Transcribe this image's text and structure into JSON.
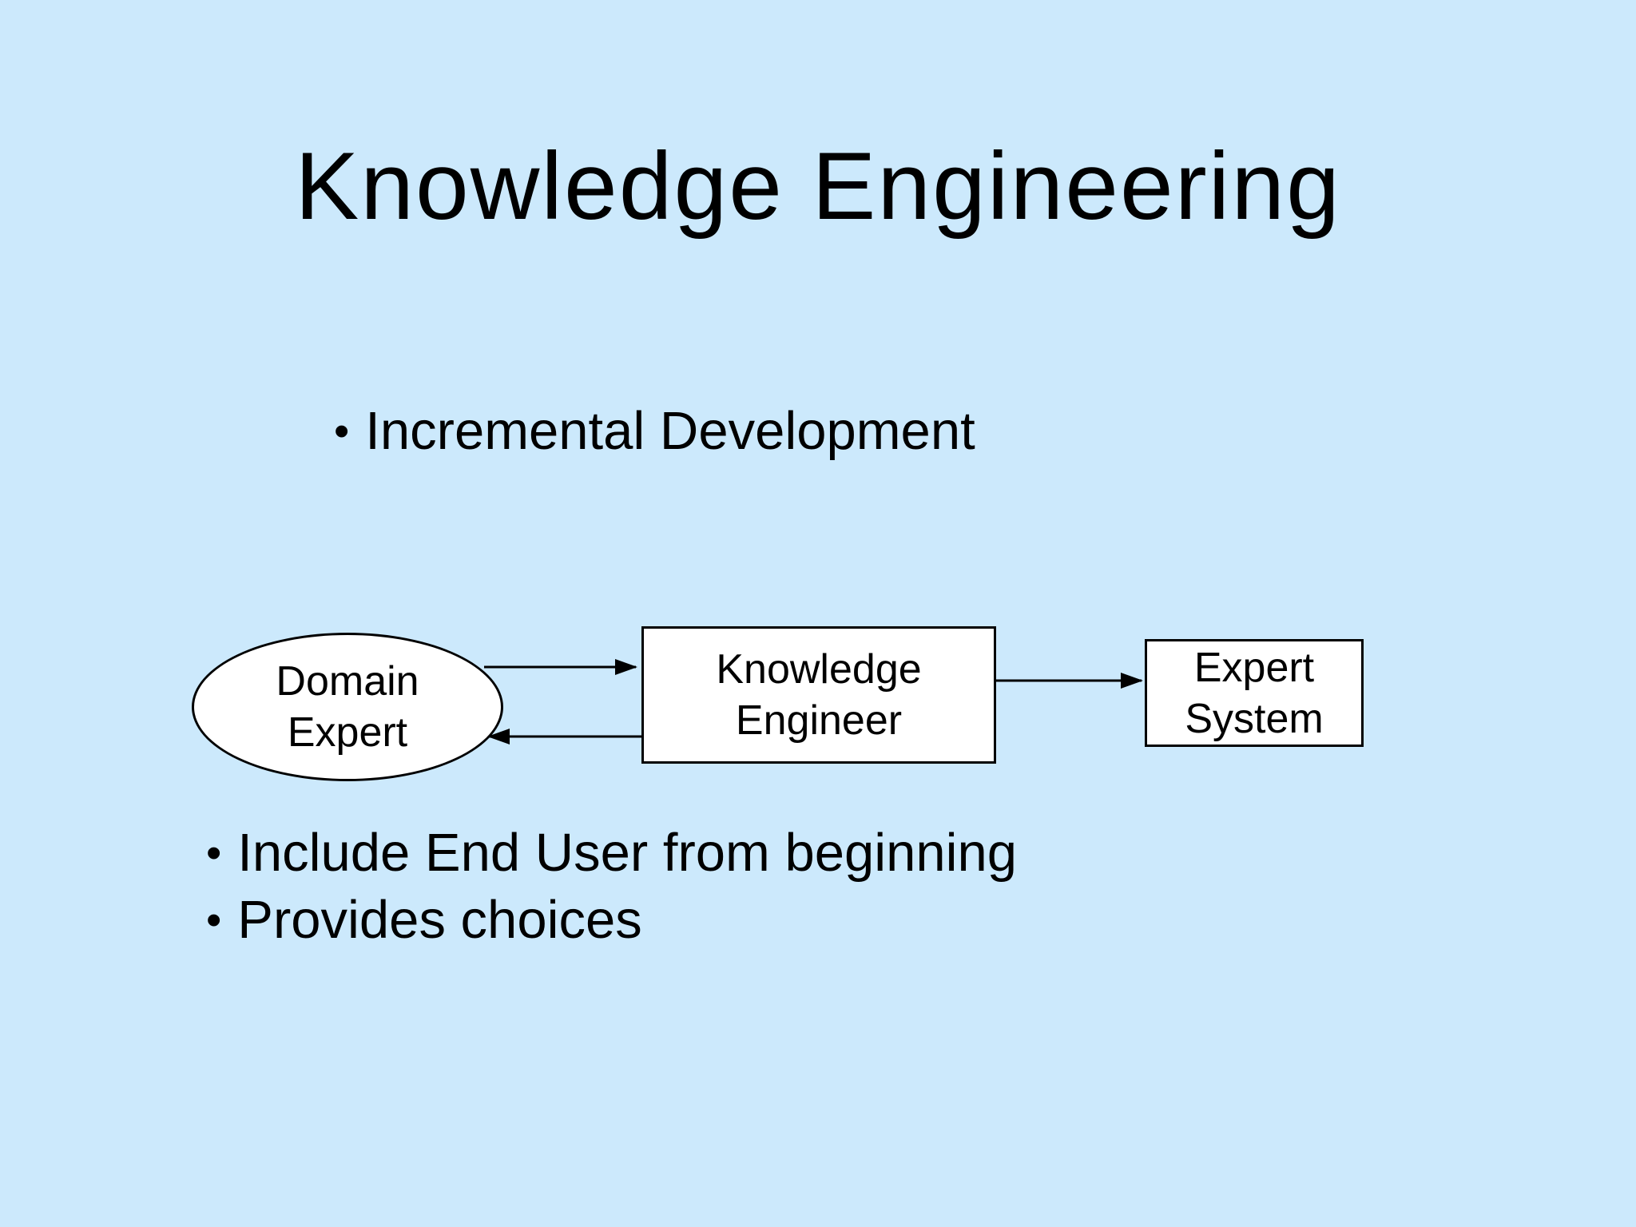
{
  "slide": {
    "title": "Knowledge Engineering",
    "bullet_char": "•",
    "top_bullets": [
      {
        "text": "Incremental Development"
      }
    ],
    "bottom_bullets": [
      {
        "text": "Include End User from beginning"
      },
      {
        "text": "Provides choices"
      }
    ],
    "colors": {
      "background": "#cce9fc",
      "text": "#000000",
      "node_fill": "#ffffff",
      "node_stroke": "#000000"
    }
  },
  "diagram": {
    "nodes": [
      {
        "name": "domain-expert",
        "shape": "ellipse",
        "label_line1": "Domain",
        "label_line2": "Expert"
      },
      {
        "name": "knowledge-engineer",
        "shape": "rectangle",
        "label_line1": "Knowledge",
        "label_line2": "Engineer"
      },
      {
        "name": "expert-system",
        "shape": "rectangle",
        "label_line1": "Expert",
        "label_line2": "System"
      }
    ],
    "edges": [
      {
        "from": "Domain Expert",
        "to": "Knowledge Engineer",
        "direction": "right"
      },
      {
        "from": "Knowledge Engineer",
        "to": "Expert System",
        "direction": "right"
      },
      {
        "from": "Knowledge Engineer",
        "to": "Domain Expert",
        "direction": "left"
      }
    ]
  }
}
